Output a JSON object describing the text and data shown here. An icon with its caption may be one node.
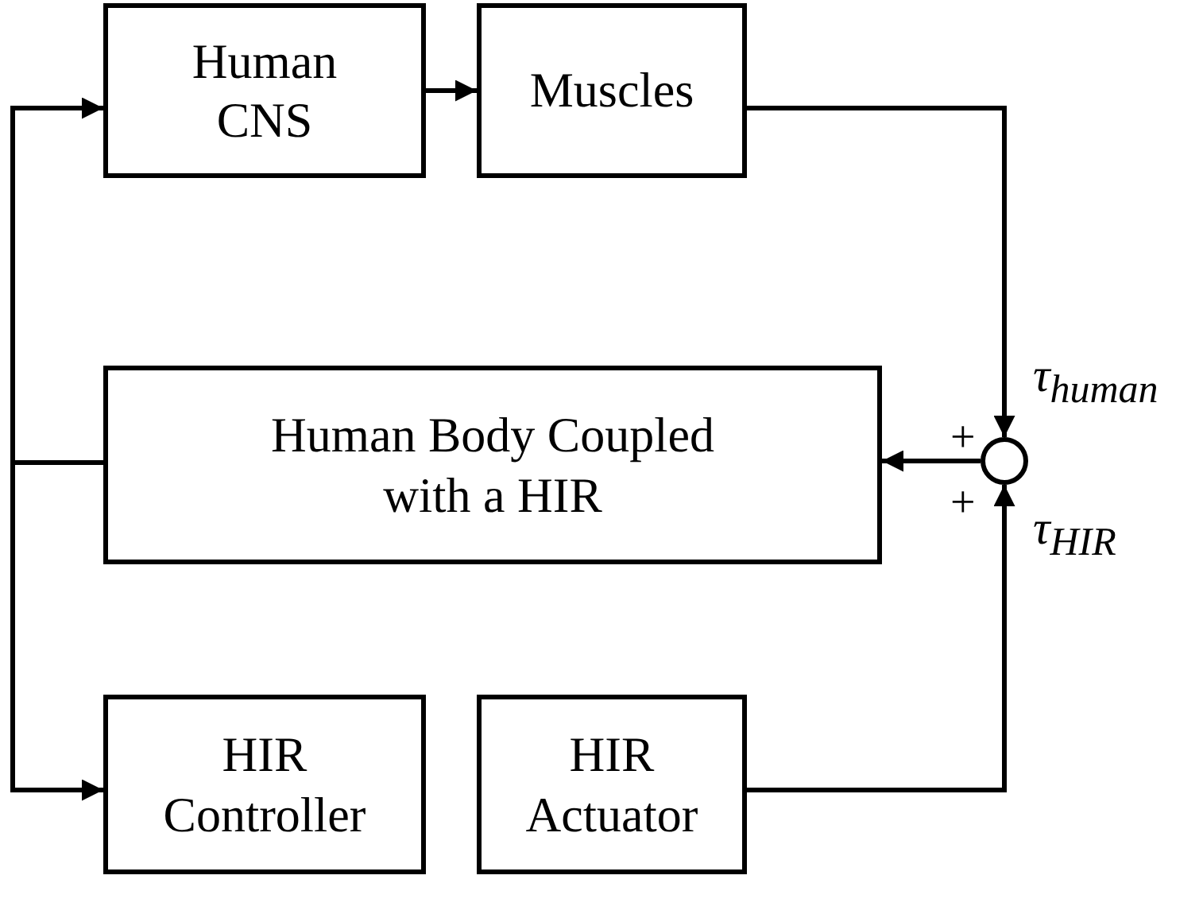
{
  "diagram": {
    "nodes": [
      {
        "text": [
          "Human CNS"
        ]
      },
      {
        "text": [
          "Muscles"
        ]
      },
      {
        "text": [
          "Human Body Coupled with a HIR"
        ]
      },
      {
        "text": [],
        "shape": "circle",
        "beside": [
          "+",
          "+"
        ]
      },
      {
        "text": [
          "HIR Controller"
        ]
      },
      {
        "text": [
          "HIR Actuator"
        ]
      }
    ],
    "edges": [
      {
        "from": 2,
        "to": 0,
        "arrow": "to"
      },
      {
        "from": 2,
        "to": 4,
        "arrow": "to"
      },
      {
        "from": 0,
        "to": 1,
        "arrow": "to"
      },
      {
        "from": 1,
        "to": 3,
        "arrow": "to",
        "label": "τ$_{human}$"
      },
      {
        "from": 5,
        "to": 3,
        "arrow": "to",
        "label": "τ$_{HIR}$"
      },
      {
        "from": 3,
        "to": 2,
        "arrow": "to"
      }
    ]
  }
}
